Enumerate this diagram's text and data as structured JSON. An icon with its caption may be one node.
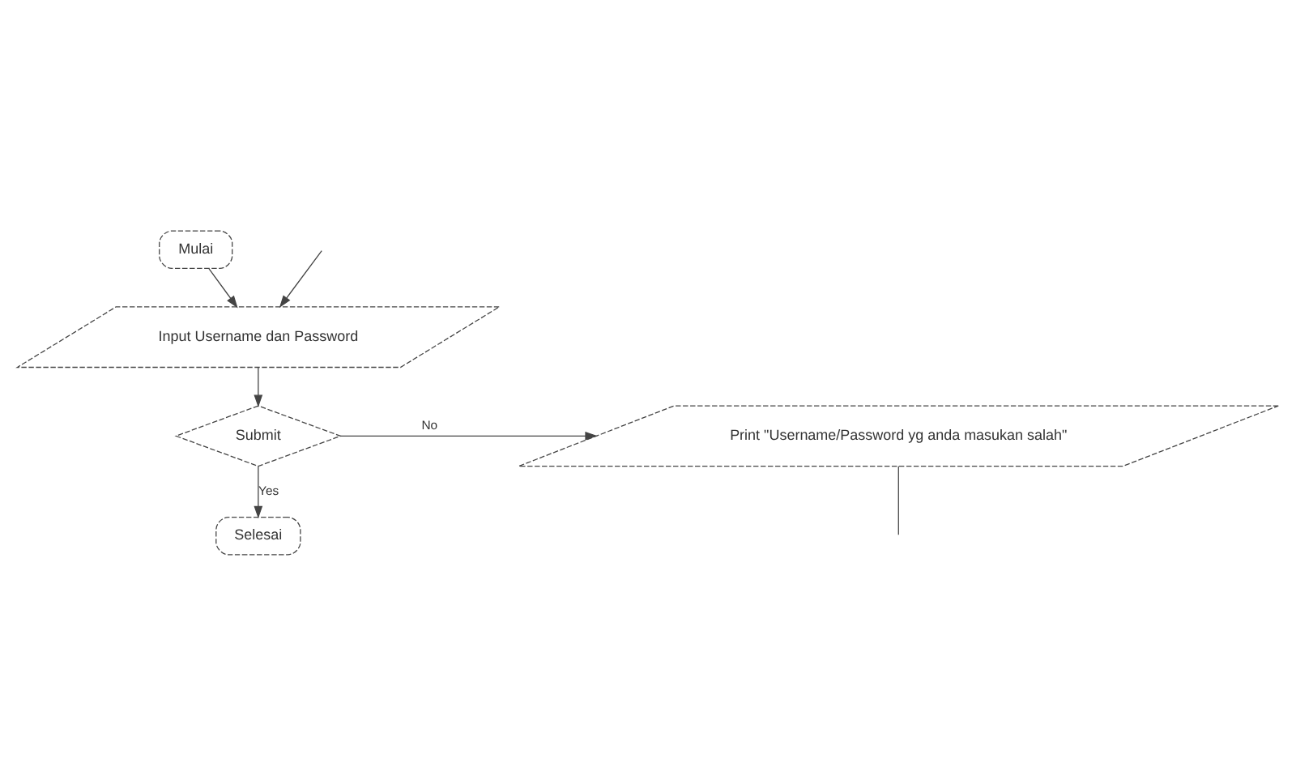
{
  "diagram": {
    "nodes": [
      {
        "text": [
          "Mulai"
        ]
      },
      {
        "text": [
          "Input Username dan Password"
        ]
      },
      {
        "text": [
          "Submit"
        ]
      },
      {
        "text": [
          "Print \"Username/Password yg anda masukan salah\""
        ]
      },
      {
        "text": [
          "Selesai"
        ]
      }
    ],
    "edges": [
      {
        "from": 0,
        "to": 1,
        "arrow": "to"
      },
      {
        "from": 1,
        "to": 2,
        "arrow": "to"
      },
      {
        "from": 2,
        "to": 3,
        "arrow": "to",
        "label": "No"
      },
      {
        "from": 2,
        "to": 4,
        "arrow": "to",
        "label": "Yes"
      },
      {
        "from": 3,
        "to": null,
        "arrow": "none"
      },
      {
        "from": null,
        "to": 1,
        "arrow": "to"
      }
    ]
  }
}
